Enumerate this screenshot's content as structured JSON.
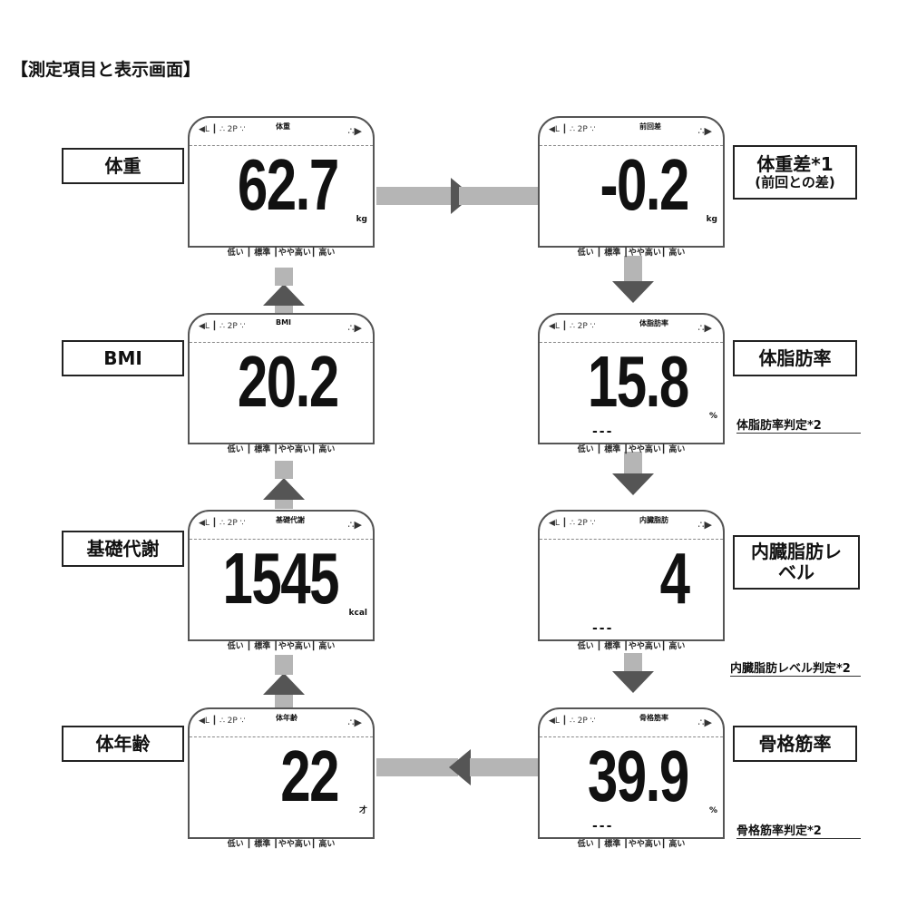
{
  "title": "【測定項目と表示画面】",
  "scale_labels": "低い ┃ 標準 ┃やや高い┃ 高い",
  "panels": [
    {
      "small": "体重",
      "value": "62.7",
      "unit": "kg",
      "label": "体重"
    },
    {
      "small": "前回差",
      "value": "-0.2",
      "unit": "kg",
      "label": "体重差*1",
      "sublabel": "(前回との差)"
    },
    {
      "small": "BMI",
      "value": "20.2",
      "unit": "",
      "label": "BMI"
    },
    {
      "small": "体脂肪率",
      "value": "15.8",
      "unit": "%",
      "label": "体脂肪率",
      "judge": "体脂肪率判定*2",
      "dash": "---"
    },
    {
      "small": "基礎代謝",
      "value": "1545",
      "unit": "kcal",
      "label": "基礎代謝"
    },
    {
      "small": "内臓脂肪",
      "value": "4",
      "unit": "",
      "label": "内臓脂肪レベル",
      "judge": "内臓脂肪レベル判定*2",
      "dash": "---"
    },
    {
      "small": "体年齢",
      "value": "22",
      "unit": "才",
      "label": "体年齢"
    },
    {
      "small": "骨格筋率",
      "value": "39.9",
      "unit": "%",
      "label": "骨格筋率",
      "judge": "骨格筋率判定*2",
      "dash": "---"
    }
  ],
  "indicator": "◀L  ┃ ∴ 2P ∵",
  "indicator_right": "∴▶"
}
